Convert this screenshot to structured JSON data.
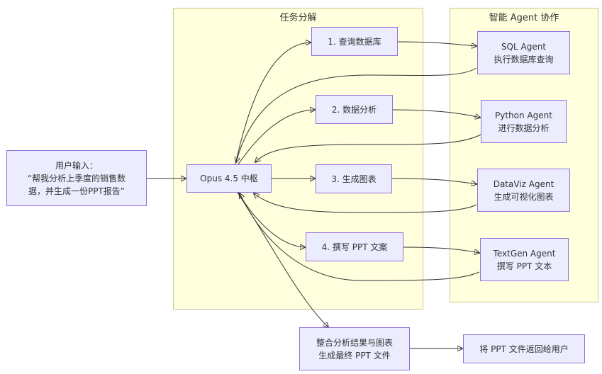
{
  "clusters": {
    "decompose": {
      "title": "任务分解"
    },
    "agents": {
      "title": "智能 Agent 协作"
    }
  },
  "nodes": {
    "user_input": {
      "lines": [
        "用户输入：",
        "“帮我分析上季度的销售数",
        "据，并生成一份PPT报告”"
      ]
    },
    "hub": {
      "lines": [
        "Opus 4.5 中枢"
      ]
    },
    "task1": {
      "lines": [
        "1. 查询数据库"
      ]
    },
    "task2": {
      "lines": [
        "2. 数据分析"
      ]
    },
    "task3": {
      "lines": [
        "3. 生成图表"
      ]
    },
    "task4": {
      "lines": [
        "4. 撰写 PPT 文案"
      ]
    },
    "sql_agent": {
      "lines": [
        "SQL Agent",
        "执行数据库查询"
      ]
    },
    "python_agent": {
      "lines": [
        "Python Agent",
        "进行数据分析"
      ]
    },
    "dataviz_agent": {
      "lines": [
        "DataViz Agent",
        "生成可视化图表"
      ]
    },
    "textgen_agent": {
      "lines": [
        "TextGen Agent",
        "撰写 PPT 文本"
      ]
    },
    "integrate": {
      "lines": [
        "整合分析结果与图表",
        "生成最终 PPT 文件"
      ]
    },
    "return": {
      "lines": [
        "将 PPT 文件返回给用户"
      ]
    }
  },
  "colors": {
    "node_fill": "#ececff",
    "node_border": "#9370db",
    "cluster_fill": "#ffffde",
    "cluster_border": "#c9c98a",
    "edge": "#333333",
    "text": "#333333"
  }
}
